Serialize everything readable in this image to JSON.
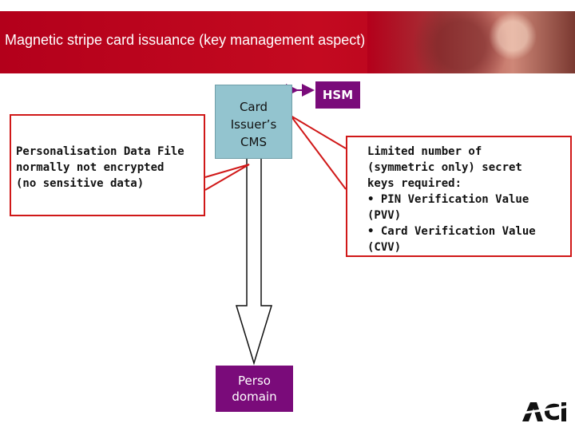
{
  "header": {
    "title": "Magnetic stripe card issuance (key management aspect)"
  },
  "left_callout": {
    "lines": [
      "Personalisation Data File",
      "normally not encrypted",
      "(no sensitive data)"
    ]
  },
  "cms_box": {
    "lines": [
      "Card",
      "Issuer’s",
      "CMS"
    ]
  },
  "hsm_box": {
    "label": "HSM"
  },
  "perso_box": {
    "lines": [
      "Perso",
      "domain"
    ]
  },
  "right_callout": {
    "lines": [
      "Limited number of",
      "(symmetric only) secret",
      "keys required:",
      "• PIN Verification Value",
      "(PVV)",
      "• Card Verification Value",
      "(CVV)"
    ]
  },
  "logo": {
    "text": "ACI"
  },
  "colors": {
    "header_red": "#b3001b",
    "callout_border": "#d01818",
    "cms_fill": "#93c4cf",
    "purple": "#7a0b7a"
  }
}
